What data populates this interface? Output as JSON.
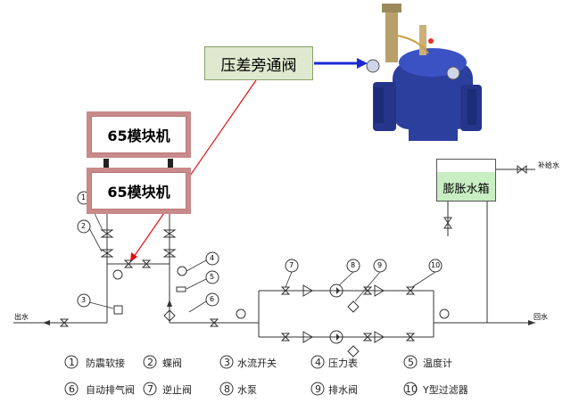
{
  "callout": {
    "label": "压差旁通阀"
  },
  "modules": [
    {
      "label": "65模块机"
    },
    {
      "label": "65模块机"
    }
  ],
  "tank": {
    "label": "膨胀水箱"
  },
  "pipe_labels": {
    "outlet": "出水",
    "return": "回水",
    "makeup": "补给水"
  },
  "markers": [
    "1",
    "2",
    "3",
    "4",
    "5",
    "6",
    "7",
    "8",
    "9",
    "10"
  ],
  "legend": [
    {
      "num": "1",
      "text": "防震软接"
    },
    {
      "num": "2",
      "text": "蝶阀"
    },
    {
      "num": "3",
      "text": "水流开关"
    },
    {
      "num": "4",
      "text": "压力表"
    },
    {
      "num": "5",
      "text": "温度计"
    },
    {
      "num": "6",
      "text": "自动排气阀"
    },
    {
      "num": "7",
      "text": "逆止阀"
    },
    {
      "num": "8",
      "text": "水泵"
    },
    {
      "num": "9",
      "text": "排水阀"
    },
    {
      "num": "10",
      "text": "Y型过滤器"
    }
  ],
  "colors": {
    "arrow_blue": "#1a2bd6",
    "arrow_red": "#e01010",
    "valve_blue": "#2b3f9e",
    "module_frame": "#c88a8a",
    "tank_water": "#c9eec4"
  }
}
